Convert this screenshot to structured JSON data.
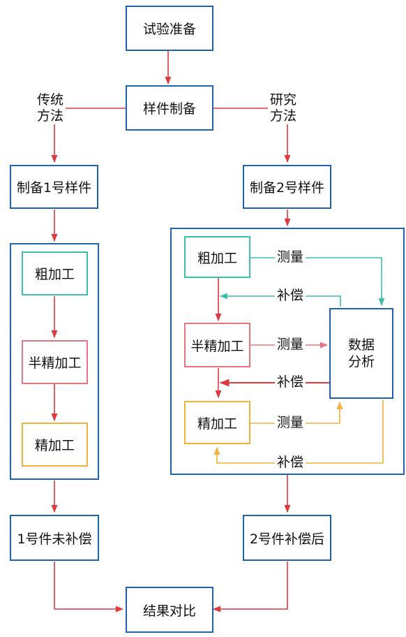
{
  "nodes": {
    "prep": "试验准备",
    "sample_prep": "样件制备",
    "make1": "制备1号样件",
    "make2": "制备2号样件",
    "rough": "粗加工",
    "semi": "半精加工",
    "finish": "精加工",
    "rough2": "粗加工",
    "semi2": "半精加工",
    "finish2": "精加工",
    "analysis_line1": "数据",
    "analysis_line2": "分析",
    "result1": "1号件未补偿",
    "result2": "2号件补偿后",
    "compare": "结果对比"
  },
  "branch_labels": {
    "traditional_line1": "传统",
    "traditional_line2": "方法",
    "research_line1": "研究",
    "research_line2": "方法"
  },
  "edge_labels": {
    "measure_rough": "测量",
    "compensate_rough": "补偿",
    "measure_semi": "测量",
    "compensate_semi": "补偿",
    "measure_finish": "测量",
    "compensate_finish": "补偿"
  },
  "colors": {
    "frame_blue": "#1e63b0",
    "arrow_red": "#e0383c",
    "teal": "#3cbfae",
    "pink": "#e8737f",
    "amber": "#f2b13c"
  }
}
